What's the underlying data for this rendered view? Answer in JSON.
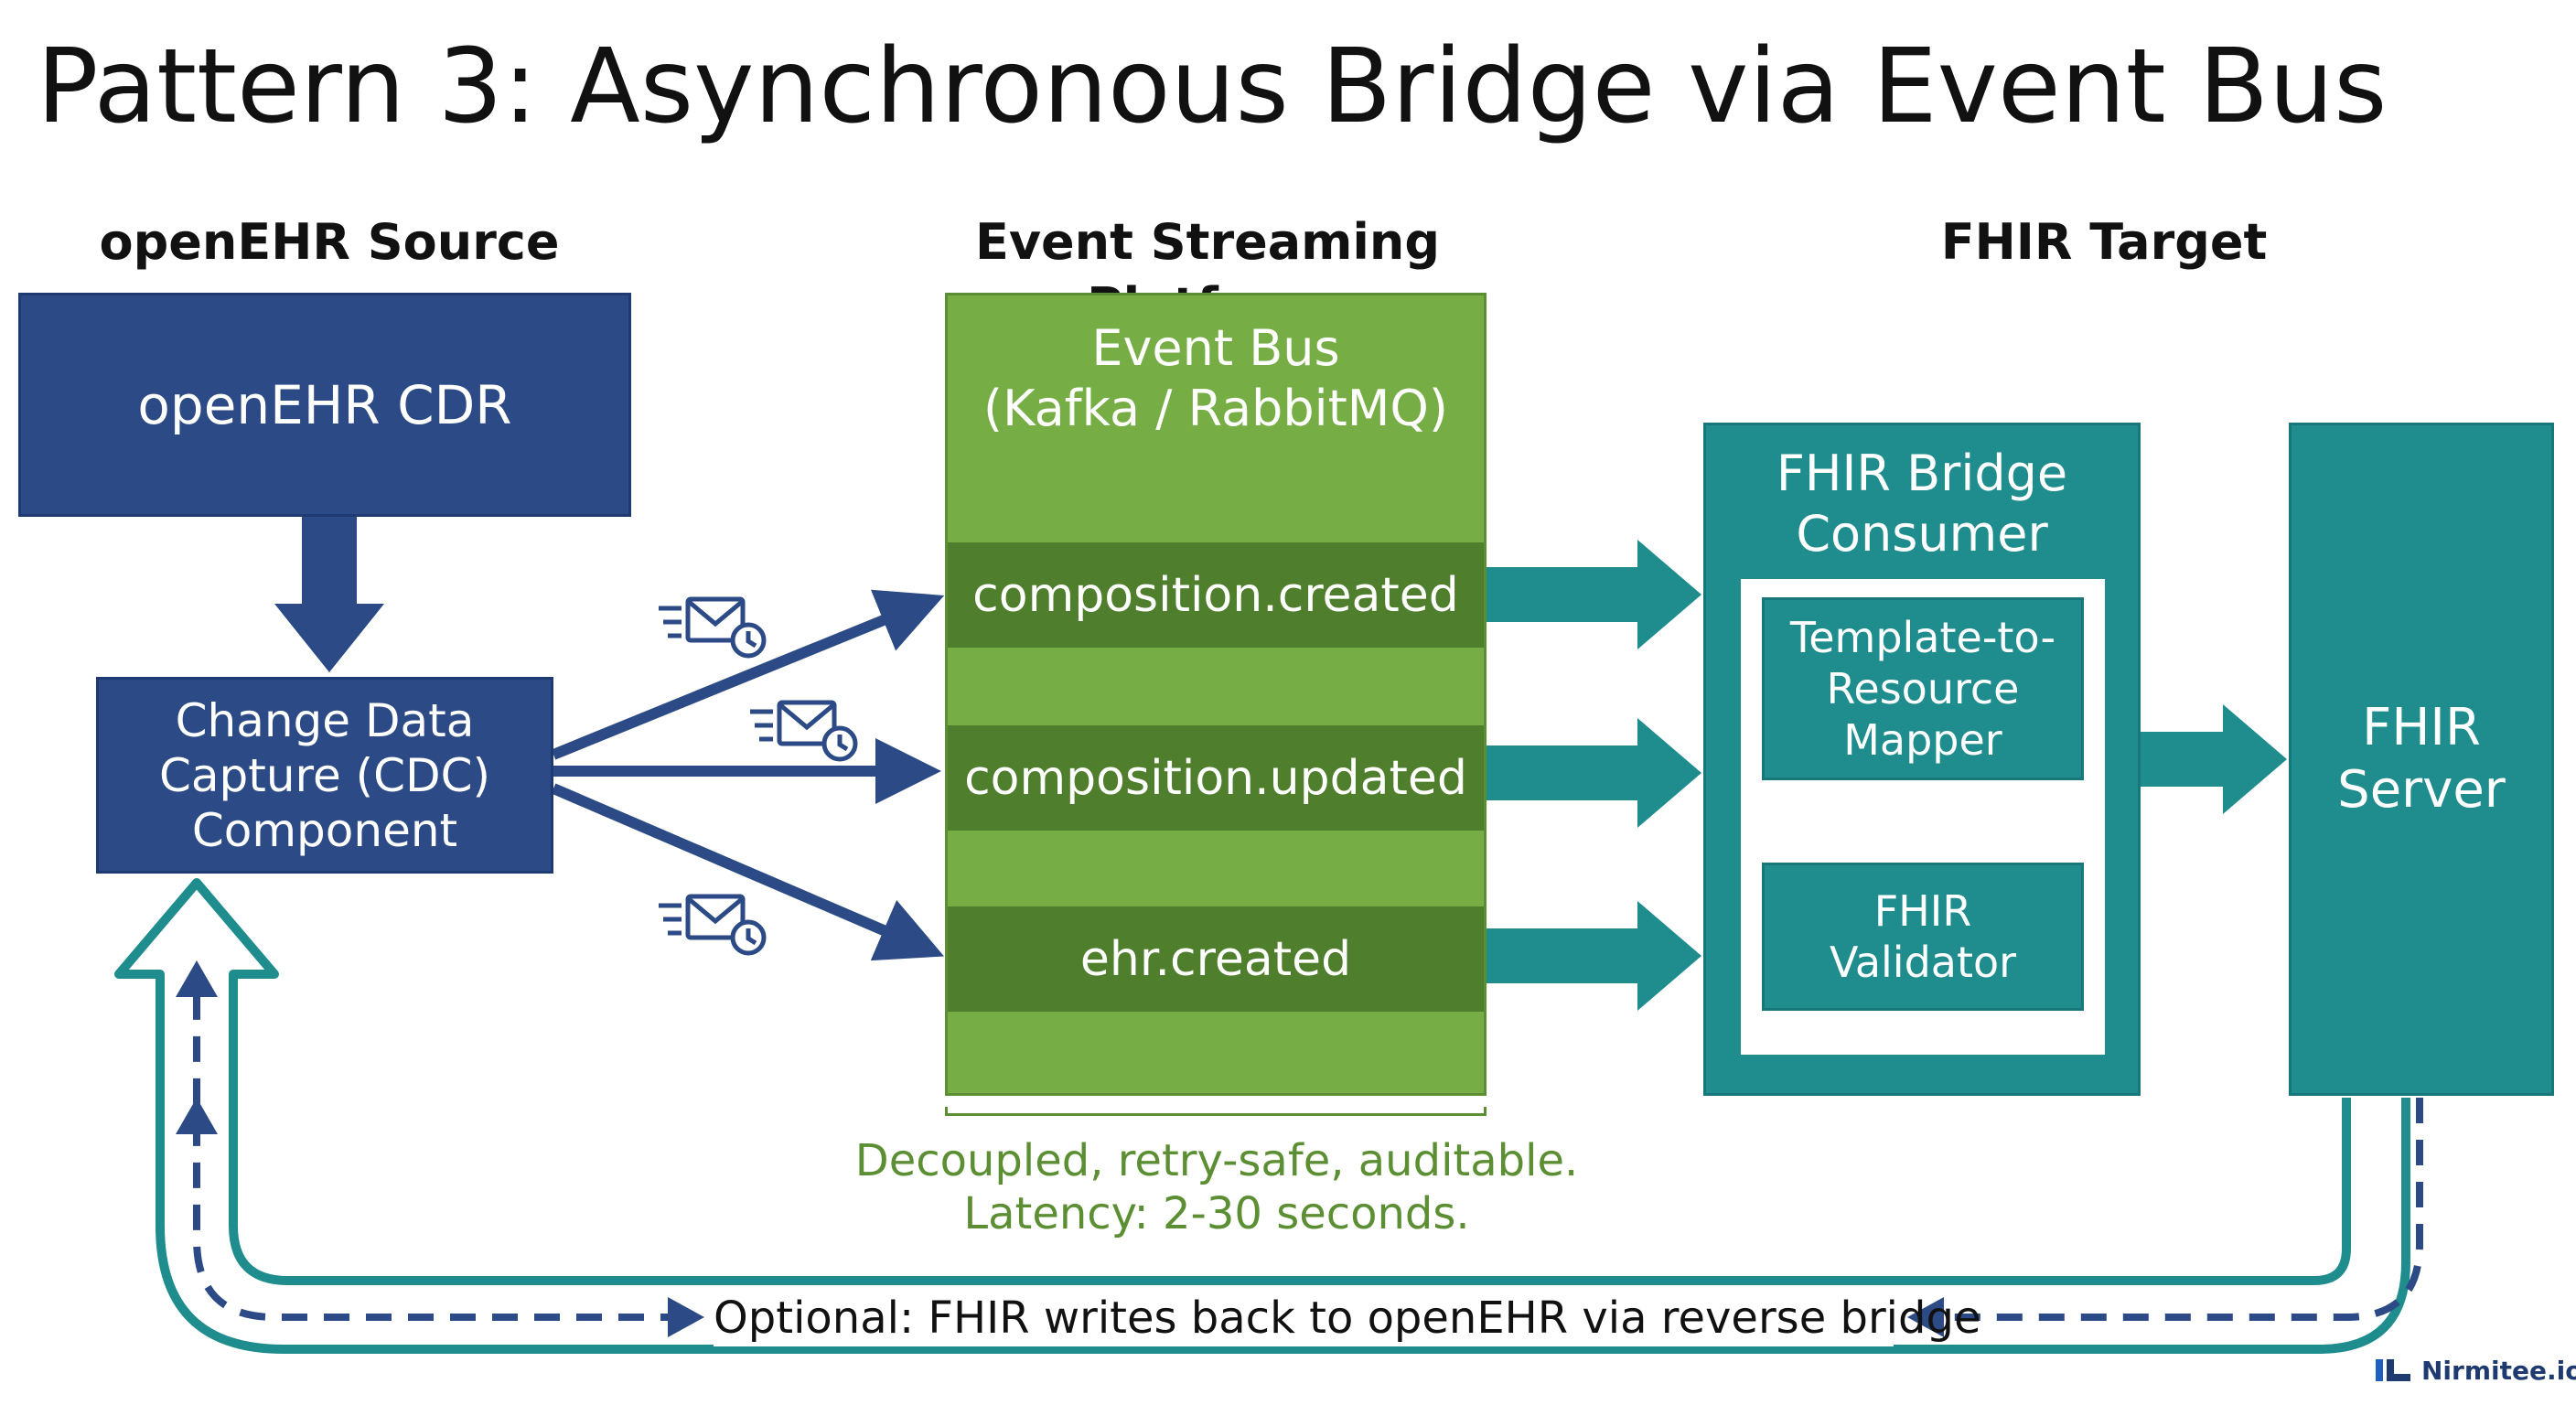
{
  "title": "Pattern 3: Asynchronous Bridge via Event Bus",
  "columns": {
    "source": "openEHR Source",
    "platform": "Event Streaming Platform",
    "target": "FHIR Target"
  },
  "source": {
    "cdr": "openEHR CDR",
    "cdc": "Change Data\nCapture (CDC)\nComponent"
  },
  "bus": {
    "title": "Event Bus\n(Kafka / RabbitMQ)",
    "topics": [
      "composition.created",
      "composition.updated",
      "ehr.created"
    ]
  },
  "target": {
    "consumer": "FHIR Bridge\nConsumer",
    "mapper": "Template-to-\nResource\nMapper",
    "validator": "FHIR\nValidator",
    "server": "FHIR\nServer"
  },
  "note": "Decoupled, retry-safe, auditable.\nLatency: 2-30 seconds.",
  "reverse": "Optional: FHIR writes back to openEHR via reverse bridge",
  "brand": "Nirmitee.io",
  "colors": {
    "navy": "#2c4a86",
    "teal": "#1f8c8e",
    "green": "#76ad45",
    "dark_green": "#4f7f2d"
  }
}
